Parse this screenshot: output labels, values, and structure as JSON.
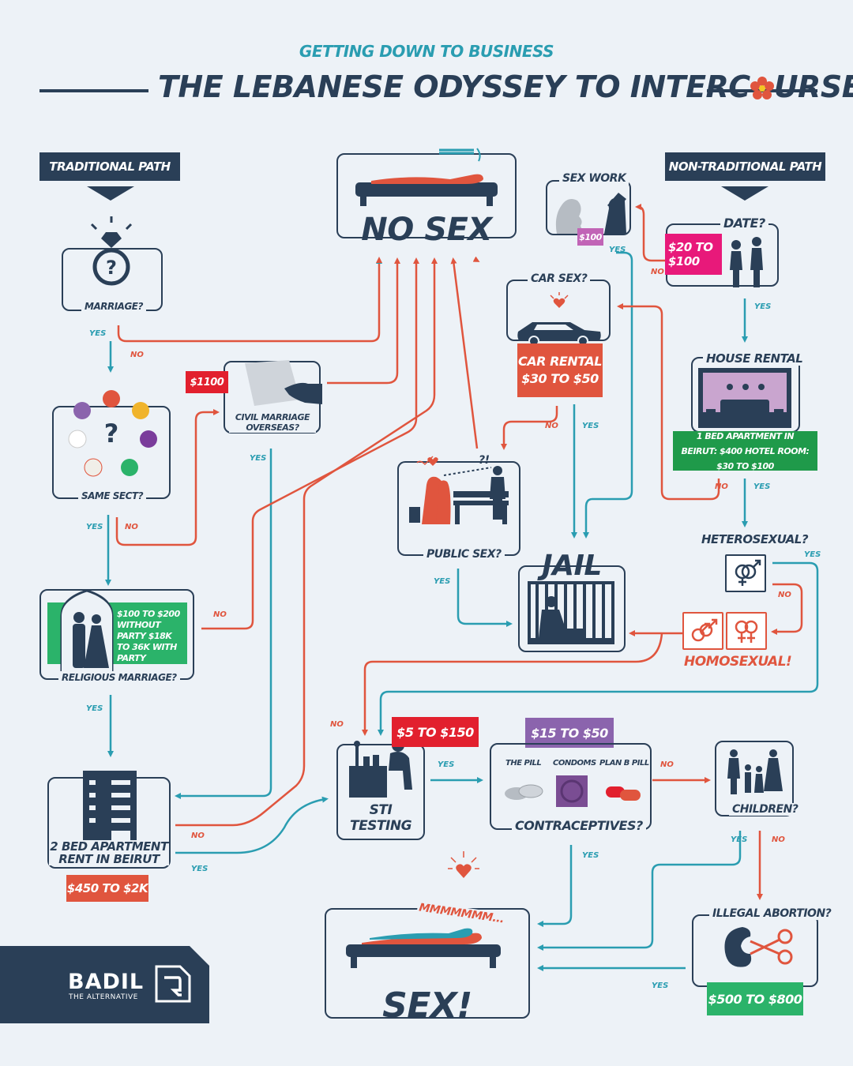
{
  "header": {
    "kicker": "GETTING DOWN TO BUSINESS",
    "title": "THE LEBANESE ODYSSEY TO INTERC",
    "title_end": "URSE"
  },
  "paths": {
    "traditional": "TRADITIONAL PATH",
    "non_traditional": "NON-TRADITIONAL PATH"
  },
  "nodes": {
    "no_sex": "NO SEX",
    "sex": "SEX!",
    "sex_sound": "MMMMMMM...",
    "marriage": "MARRIAGE?",
    "same_sect": "SAME SECT?",
    "civil_marriage": "CIVIL MARRIAGE OVERSEAS?",
    "religious_marriage": "RELIGIOUS MARRIAGE?",
    "apartment": "2 BED APARTMENT RENT IN BEIRUT",
    "sex_work": "SEX WORK",
    "date": "DATE?",
    "car_sex": "CAR SEX?",
    "house_rental": "HOUSE RENTAL",
    "public_sex": "PUBLIC SEX?",
    "jail": "JAIL",
    "heterosexual": "HETEROSEXUAL?",
    "homosexual": "HOMOSEXUAL!",
    "sti": "STI TESTING",
    "contraceptives": "CONTRACEPTIVES?",
    "children": "CHILDREN?",
    "abortion": "ILLEGAL ABORTION?",
    "pill": "THE PILL",
    "condoms": "CONDOMS",
    "planb": "PLAN B PILL",
    "public_glyph": "?!"
  },
  "prices": {
    "civil": "$1100",
    "religious": "$100 TO $200 WITHOUT PARTY $18K TO 36K WITH PARTY",
    "apartment": "$450 TO $2K",
    "sex_work": "$100",
    "date": "$20 TO $100",
    "car_rental": "CAR RENTAL $30 TO $50",
    "house_rental": "1 BED APARTMENT IN BEIRUT: $400 HOTEL ROOM: $30 TO $100",
    "sti": "$5 TO $150",
    "contraceptives": "$15 TO $50",
    "abortion": "$500 TO $800"
  },
  "edges": {
    "yes": "YES",
    "no": "NO"
  },
  "logo": {
    "name": "BADIL",
    "tagline": "THE ALTERNATIVE"
  },
  "colors": {
    "navy": "#2a3f57",
    "teal": "#2a9db1",
    "red": "#e0553e",
    "green": "#2bb36a",
    "pink": "#e8197a",
    "purple": "#8b64ad",
    "crimson": "#e2202e"
  }
}
